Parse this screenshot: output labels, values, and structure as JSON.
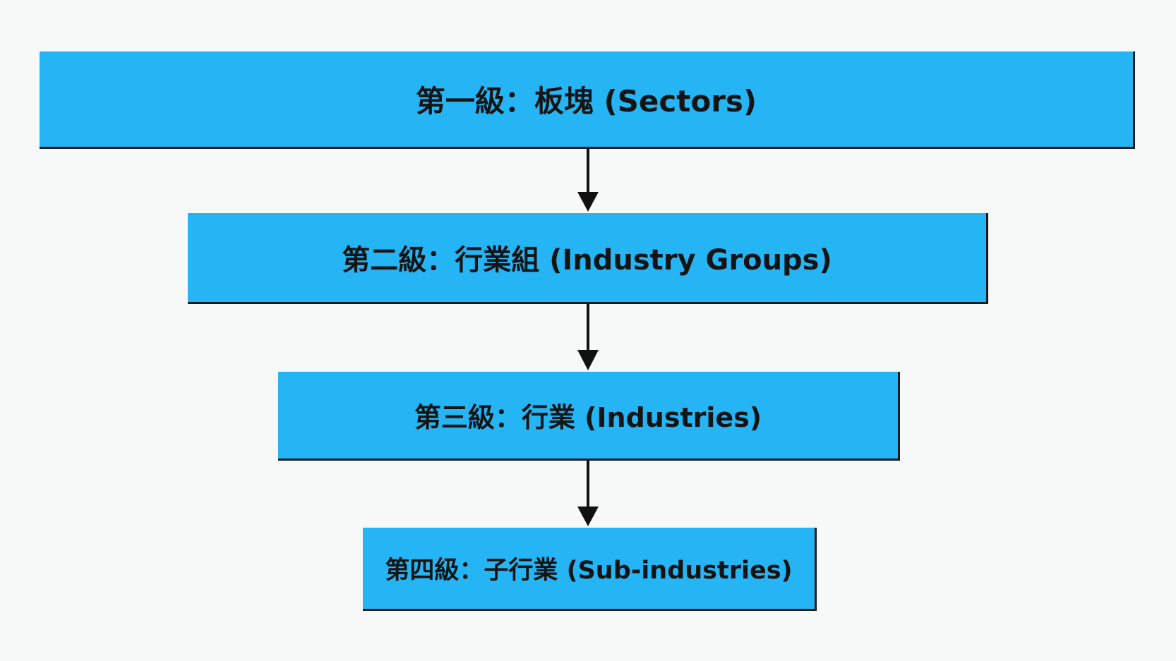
{
  "diagram": {
    "levels": [
      {
        "label": "第一級：板塊 (Sectors)"
      },
      {
        "label": "第二級：行業組 (Industry Groups)"
      },
      {
        "label": "第三級：行業 (Industries)"
      },
      {
        "label": "第四級：子行業 (Sub-industries)"
      }
    ]
  },
  "colors": {
    "box_fill": "#25b5f5",
    "box_shadow": "#1a1a1a",
    "arrow": "#111111",
    "background": "#f7f8f8"
  }
}
